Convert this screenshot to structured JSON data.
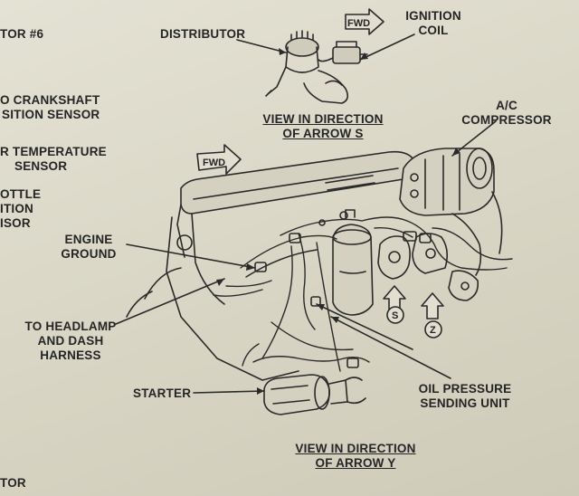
{
  "left_margin": {
    "items": [
      "TOR #6",
      "O CRANKSHAFT",
      "SITION SENSOR",
      "R TEMPERATURE",
      "SENSOR",
      "OTTLE",
      "ITION",
      "ISOR",
      "TOR"
    ]
  },
  "labels": {
    "distributor": "DISTRIBUTOR",
    "ignition_coil_1": "IGNITION",
    "ignition_coil_2": "COIL",
    "view_s_1": "VIEW IN DIRECTION",
    "view_s_2": "OF ARROW S",
    "ac_compressor_1": "A/C",
    "ac_compressor_2": "COMPRESSOR",
    "engine_ground_1": "ENGINE",
    "engine_ground_2": "GROUND",
    "headlamp_1": "TO HEADLAMP",
    "headlamp_2": "AND DASH",
    "headlamp_3": "HARNESS",
    "starter": "STARTER",
    "oil_pressure_1": "OIL PRESSURE",
    "oil_pressure_2": "SENDING UNIT",
    "view_y_1": "VIEW IN DIRECTION",
    "view_y_2": "OF ARROW Y"
  },
  "badges": {
    "fwd": "FWD",
    "arrow_s": "S",
    "arrow_z": "Z"
  }
}
